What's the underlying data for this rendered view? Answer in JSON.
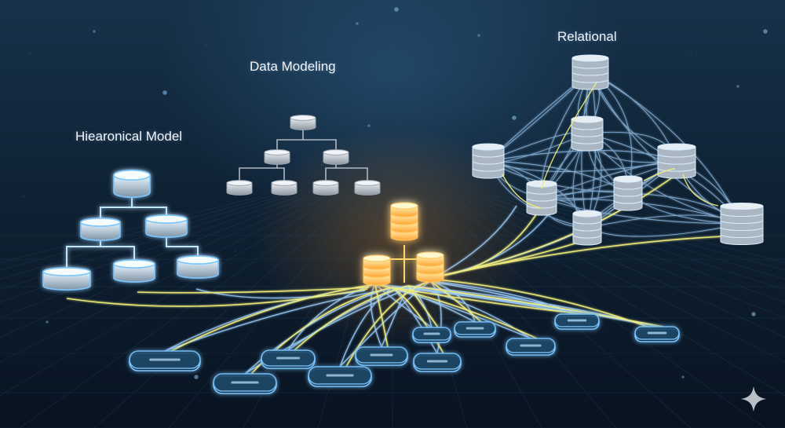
{
  "labels": {
    "data_modeling": "Data Modeling",
    "hierarchical": "Hiearonical Model",
    "relational": "Relational"
  },
  "colors": {
    "blue_link": "#9fd2ff",
    "yellow_link": "#f4f07a",
    "node_glow": "#7cc6ff",
    "core_glow": "#ffb23c",
    "grey_node": "#c7cdd3"
  },
  "icons": {
    "database": "database-cylinder-icon",
    "brand": "sparkle-icon"
  }
}
